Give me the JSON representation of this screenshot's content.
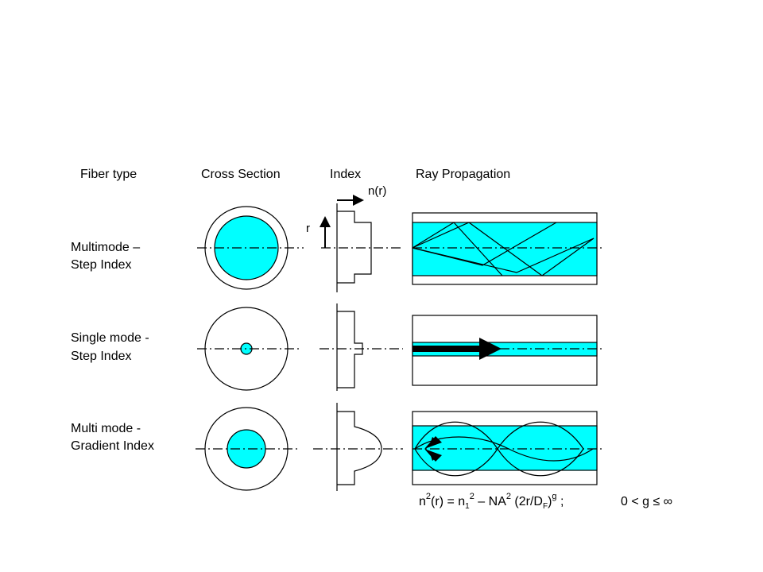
{
  "headers": {
    "fiber_type": "Fiber type",
    "cross_section": "Cross Section",
    "index": "Index",
    "ray_propagation": "Ray Propagation"
  },
  "axes": {
    "n_of_r": "n(r)",
    "r": "r"
  },
  "rows": [
    {
      "line1": "Multimode –",
      "line2": "Step Index"
    },
    {
      "line1": "Single mode -",
      "line2": "Step Index"
    },
    {
      "line1": "Multi mode -",
      "line2": "Gradient Index"
    }
  ],
  "equation": {
    "n": "n",
    "sq1": "2",
    "mid1": "(r) = n",
    "sub1": "1",
    "sq2": "2",
    "mid2": " – NA",
    "sq3": "2",
    "mid3": " (2r/D",
    "subF": "F",
    "close": ")",
    "supg": "g",
    "semi": " ;",
    "cond": "0 < g  ≤  ∞"
  },
  "colors": {
    "core": "#00FFFF",
    "line": "#000000",
    "background": "#FFFFFF"
  }
}
